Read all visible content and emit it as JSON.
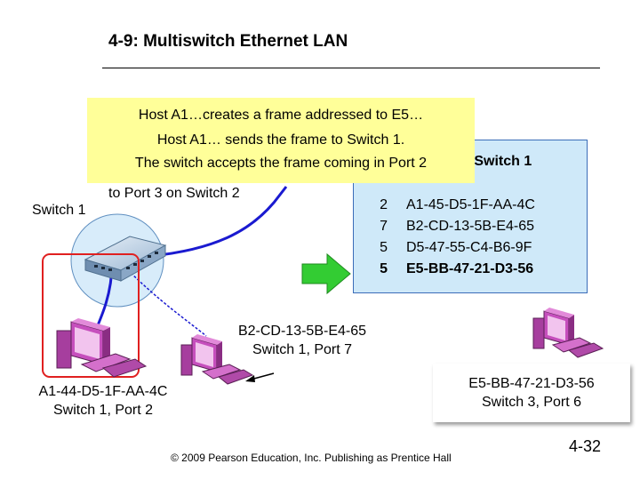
{
  "slide": {
    "title": "4-9: Multiswitch Ethernet LAN",
    "copyright": "© 2009 Pearson Education, Inc.  Publishing as Prentice Hall",
    "page_number": "4-32"
  },
  "callout": {
    "lines": [
      "Host A1…creates a frame addressed to E5…",
      "Host A1… sends the frame to Switch 1.",
      "The switch accepts the frame coming in Port 2"
    ]
  },
  "partial_text": "to Port 3 on Switch 2",
  "switch_table": {
    "title_fragment": "e Switch 1",
    "rows": [
      {
        "port": "2",
        "mac": "A1-45-D5-1F-AA-4C",
        "highlight": false
      },
      {
        "port": "7",
        "mac": "B2-CD-13-5B-E4-65",
        "highlight": false
      },
      {
        "port": "5",
        "mac": "D5-47-55-C4-B6-9F",
        "highlight": false
      },
      {
        "port": "5",
        "mac": "E5-BB-47-21-D3-56",
        "highlight": true
      }
    ]
  },
  "switch_label": "Switch 1",
  "hosts": {
    "a1": {
      "mac": "A1-44-D5-1F-AA-4C",
      "location": "Switch 1, Port 2"
    },
    "b2": {
      "mac": "B2-CD-13-5B-E4-65",
      "location": "Switch 1, Port 7"
    },
    "e5": {
      "mac": "E5-BB-47-21-D3-56",
      "location": "Switch 3, Port 6"
    }
  },
  "colors": {
    "table_fill": "#cfe9f9",
    "callout_fill": "#ffff99",
    "arrow_fill": "#33cc33",
    "highlight_border": "#e02020",
    "cable": "#1a1ad0",
    "computer": "#b03aa8"
  }
}
